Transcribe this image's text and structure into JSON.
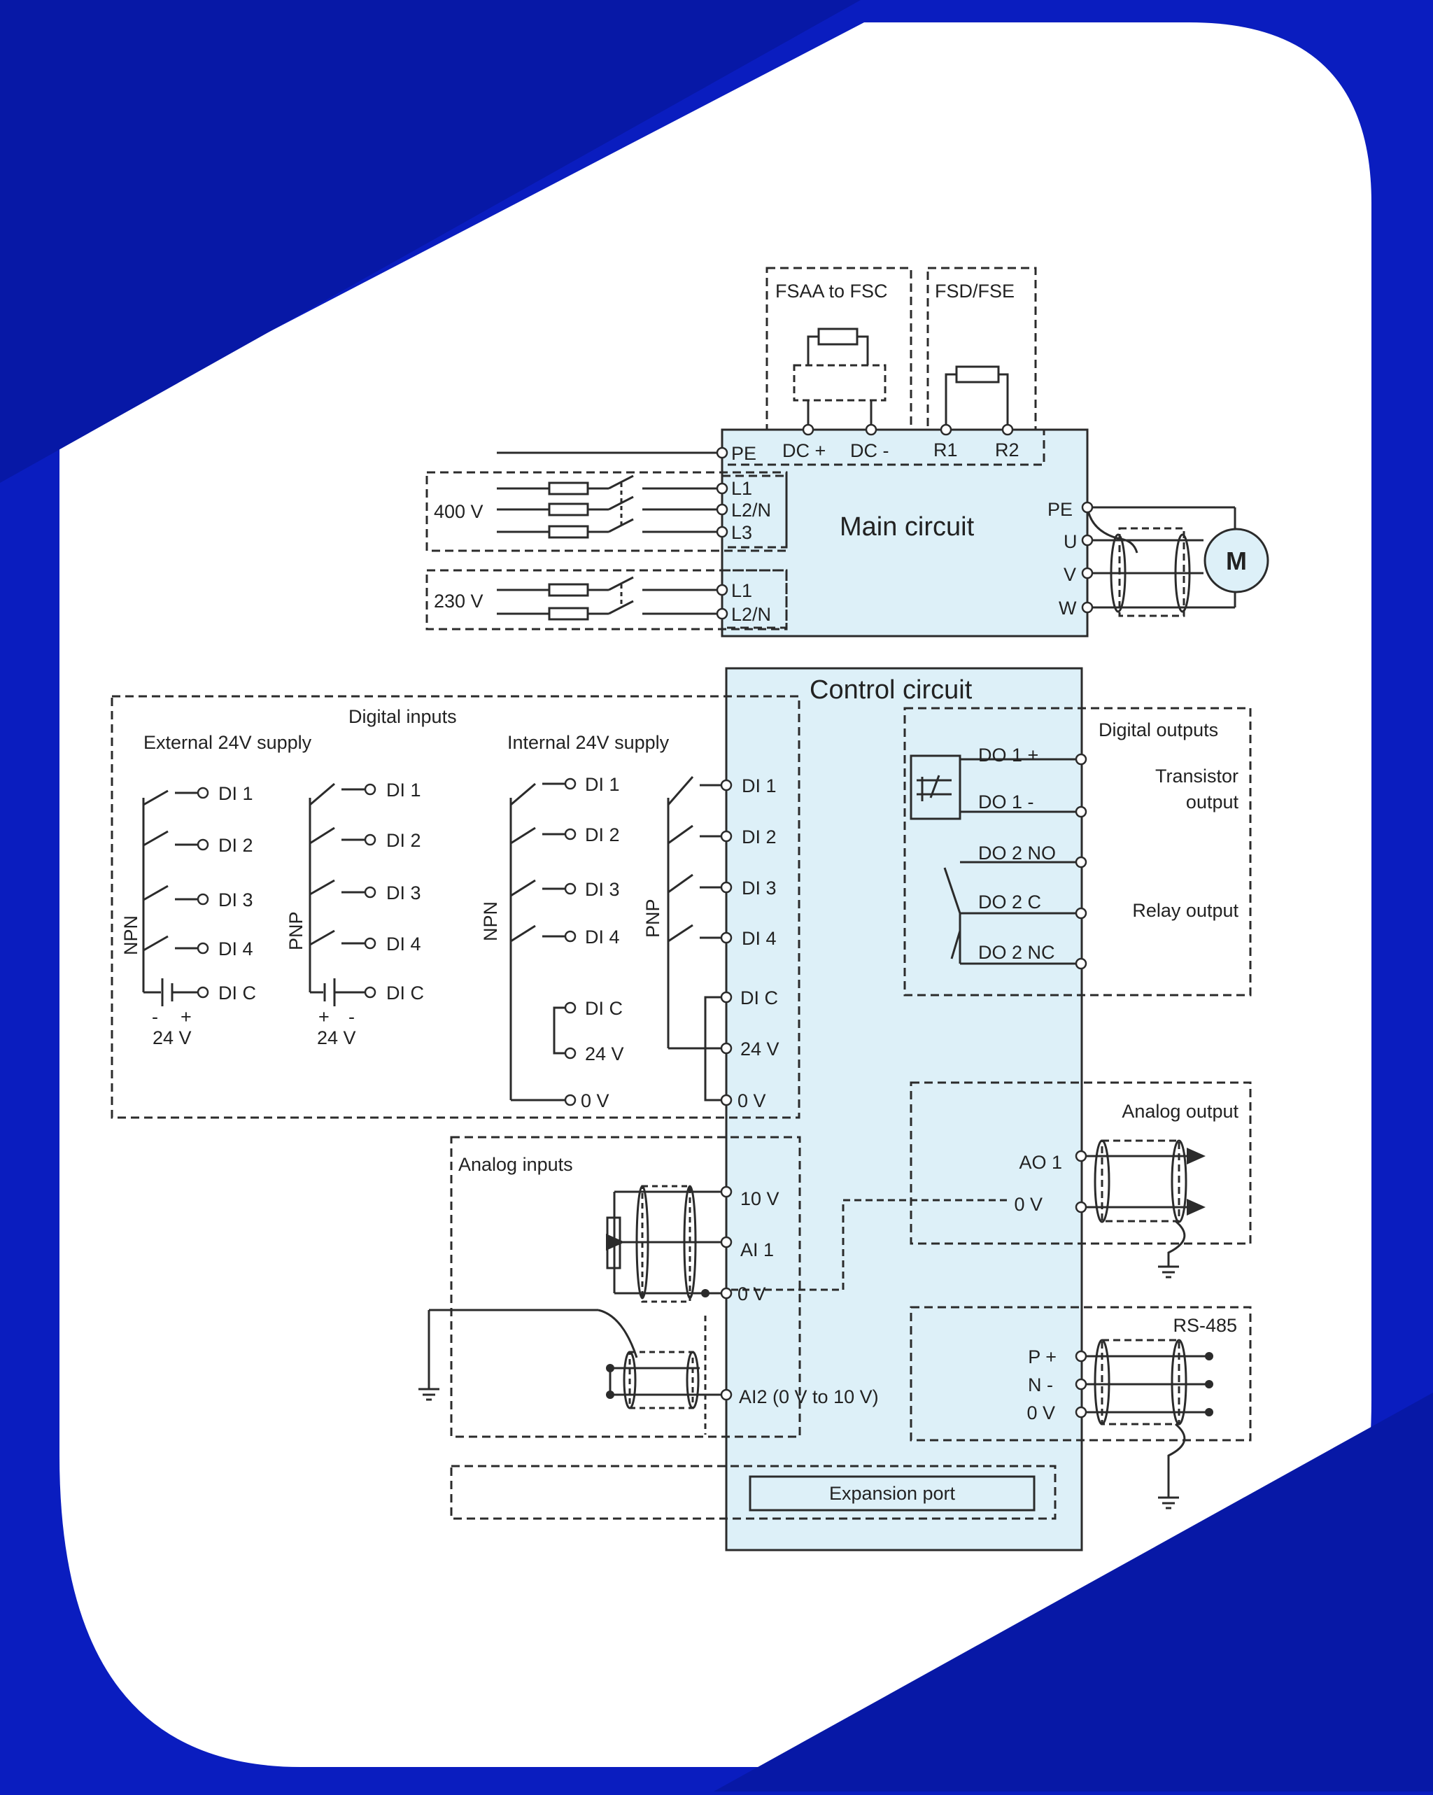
{
  "colors": {
    "background": "#0a1dbf",
    "card": "#ffffff",
    "panel": "#ddf0f8",
    "line": "#2b2b2b"
  },
  "top": {
    "fsaa_label": "FSAA to FSC",
    "fsd_label": "FSD/FSE",
    "dc_plus": "DC +",
    "dc_minus": "DC -",
    "r1": "R1",
    "r2": "R2"
  },
  "supply": {
    "v400": "400 V",
    "v230": "230 V",
    "pe": "PE",
    "l1": "L1",
    "l2n": "L2/N",
    "l3": "L3"
  },
  "main_circuit": {
    "title": "Main circuit",
    "pe": "PE",
    "u": "U",
    "v": "V",
    "w": "W",
    "motor": "M"
  },
  "control_circuit": {
    "title": "Control circuit"
  },
  "digital_inputs": {
    "title": "Digital inputs",
    "external": "External 24V supply",
    "internal": "Internal 24V supply",
    "npn": "NPN",
    "pnp": "PNP",
    "di1": "DI 1",
    "di2": "DI 2",
    "di3": "DI 3",
    "di4": "DI 4",
    "dic": "DI C",
    "v24": "24 V",
    "v0": "0 V",
    "minus": "-",
    "plus": "+"
  },
  "digital_outputs": {
    "title": "Digital outputs",
    "do1p": "DO 1 +",
    "do1m": "DO 1 -",
    "transistor1": "Transistor",
    "transistor2": "output",
    "do2no": "DO 2 NO",
    "do2c": "DO 2 C",
    "do2nc": "DO 2 NC",
    "relay": "Relay output"
  },
  "analog_inputs": {
    "title": "Analog inputs",
    "v10": "10 V",
    "ai1": "AI 1",
    "v0": "0 V",
    "ai2": "AI2 (0 V to 10 V)"
  },
  "analog_output": {
    "title": "Analog output",
    "ao1": "AO 1",
    "v0": "0 V"
  },
  "rs485": {
    "title": "RS-485",
    "p": "P +",
    "n": "N -",
    "v0": "0 V"
  },
  "expansion_port": "Expansion port"
}
